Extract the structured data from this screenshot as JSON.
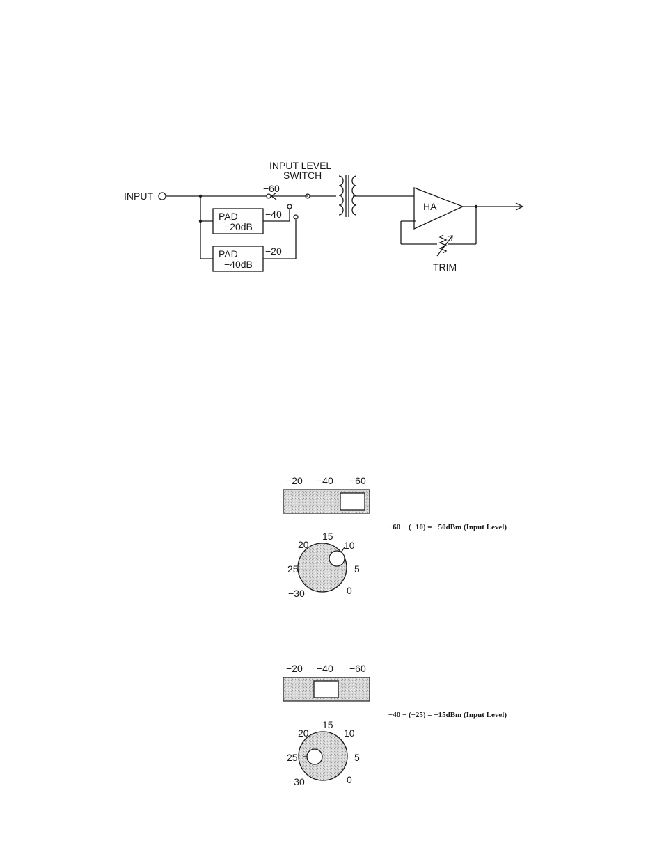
{
  "circuit": {
    "input_label": "INPUT",
    "switch_label_line1": "INPUT LEVEL",
    "switch_label_line2": "SWITCH",
    "pos_60": "−60",
    "pos_40": "−40",
    "pos_20": "−20",
    "pad1_name": "PAD",
    "pad1_value": "−20dB",
    "pad2_name": "PAD",
    "pad2_value": "−40dB",
    "amp_label": "HA",
    "trim_label": "TRIM"
  },
  "example1": {
    "switch_labels": [
      "−20",
      "−40",
      "−60"
    ],
    "selected_position": "−60",
    "equation": "−60 − (−10) = −50dBm (Input Level)",
    "dial_labels": [
      "15",
      "20",
      "10",
      "25",
      "5",
      "−30",
      "0"
    ],
    "dial_setting": "10"
  },
  "example2": {
    "switch_labels": [
      "−20",
      "−40",
      "−60"
    ],
    "selected_position": "−40",
    "equation": "−40 − (−25) = −15dBm (Input Level)",
    "dial_labels": [
      "15",
      "20",
      "10",
      "25",
      "5",
      "−30",
      "0"
    ],
    "dial_setting": "25"
  },
  "colors": {
    "ink": "#1a1a1a",
    "stipple": "#cfcfcf",
    "paper": "#ffffff"
  }
}
